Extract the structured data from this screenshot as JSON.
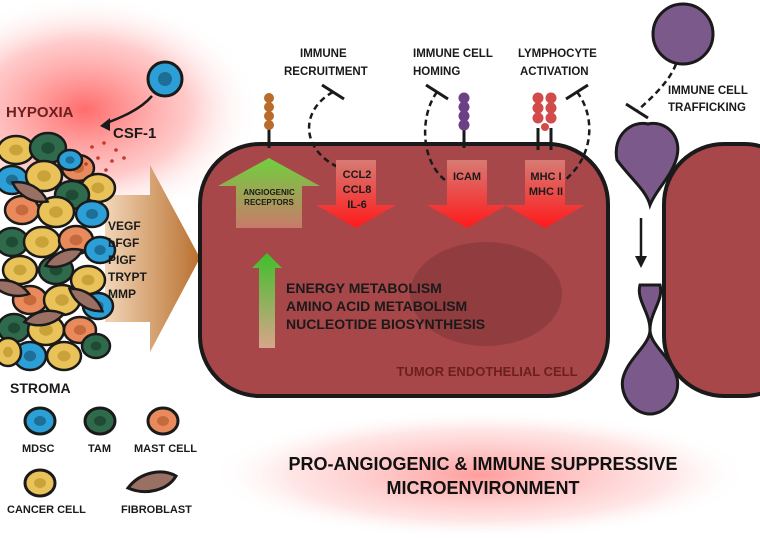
{
  "stroma": {
    "hypoxia": "HYPOXIA",
    "csf1": "CSF-1",
    "stroma": "STROMA",
    "factors": [
      "VEGF",
      "bFGF",
      "PIGF",
      "TRYPT",
      "MMP"
    ]
  },
  "legend": {
    "mdsc": "MDSC",
    "tam": "TAM",
    "mast": "MAST CELL",
    "cancer": "CANCER CELL",
    "fibroblast": "FIBROBLAST"
  },
  "top_labels": {
    "immune_recruitment": [
      "IMMUNE",
      "RECRUITMENT"
    ],
    "immune_cell_homing": [
      "IMMUNE CELL",
      "HOMING"
    ],
    "lymphocyte_activation": [
      "LYMPHOCYTE",
      "ACTIVATION"
    ],
    "immune_cell_trafficking": [
      "IMMUNE CELL",
      "TRAFFICKING"
    ]
  },
  "cell": {
    "angiogenic_receptors": [
      "ANGIOGENIC",
      "RECEPTORS"
    ],
    "chemokines": [
      "CCL2",
      "CCL8",
      "IL-6"
    ],
    "icam": "ICAM",
    "mhc": [
      "MHC I",
      "MHC II"
    ],
    "metabolism": [
      "ENERGY METABOLISM",
      "AMINO ACID METABOLISM",
      "NUCLEOTIDE BIOSYNTHESIS"
    ],
    "name": "TUMOR ENDOTHELIAL CELL"
  },
  "footer": [
    "PRO-ANGIOGENIC & IMMUNE SUPPRESSIVE",
    "MICROENVIRONMENT"
  ],
  "colors": {
    "mdsc": "#2b9fd6",
    "tam": "#2f6a4c",
    "mast": "#e88a5c",
    "cancer": "#e9c35a",
    "fibroblast": "#9a6f64",
    "endothelial": "#a8474a",
    "immune_cell": "#7b5a8b"
  }
}
